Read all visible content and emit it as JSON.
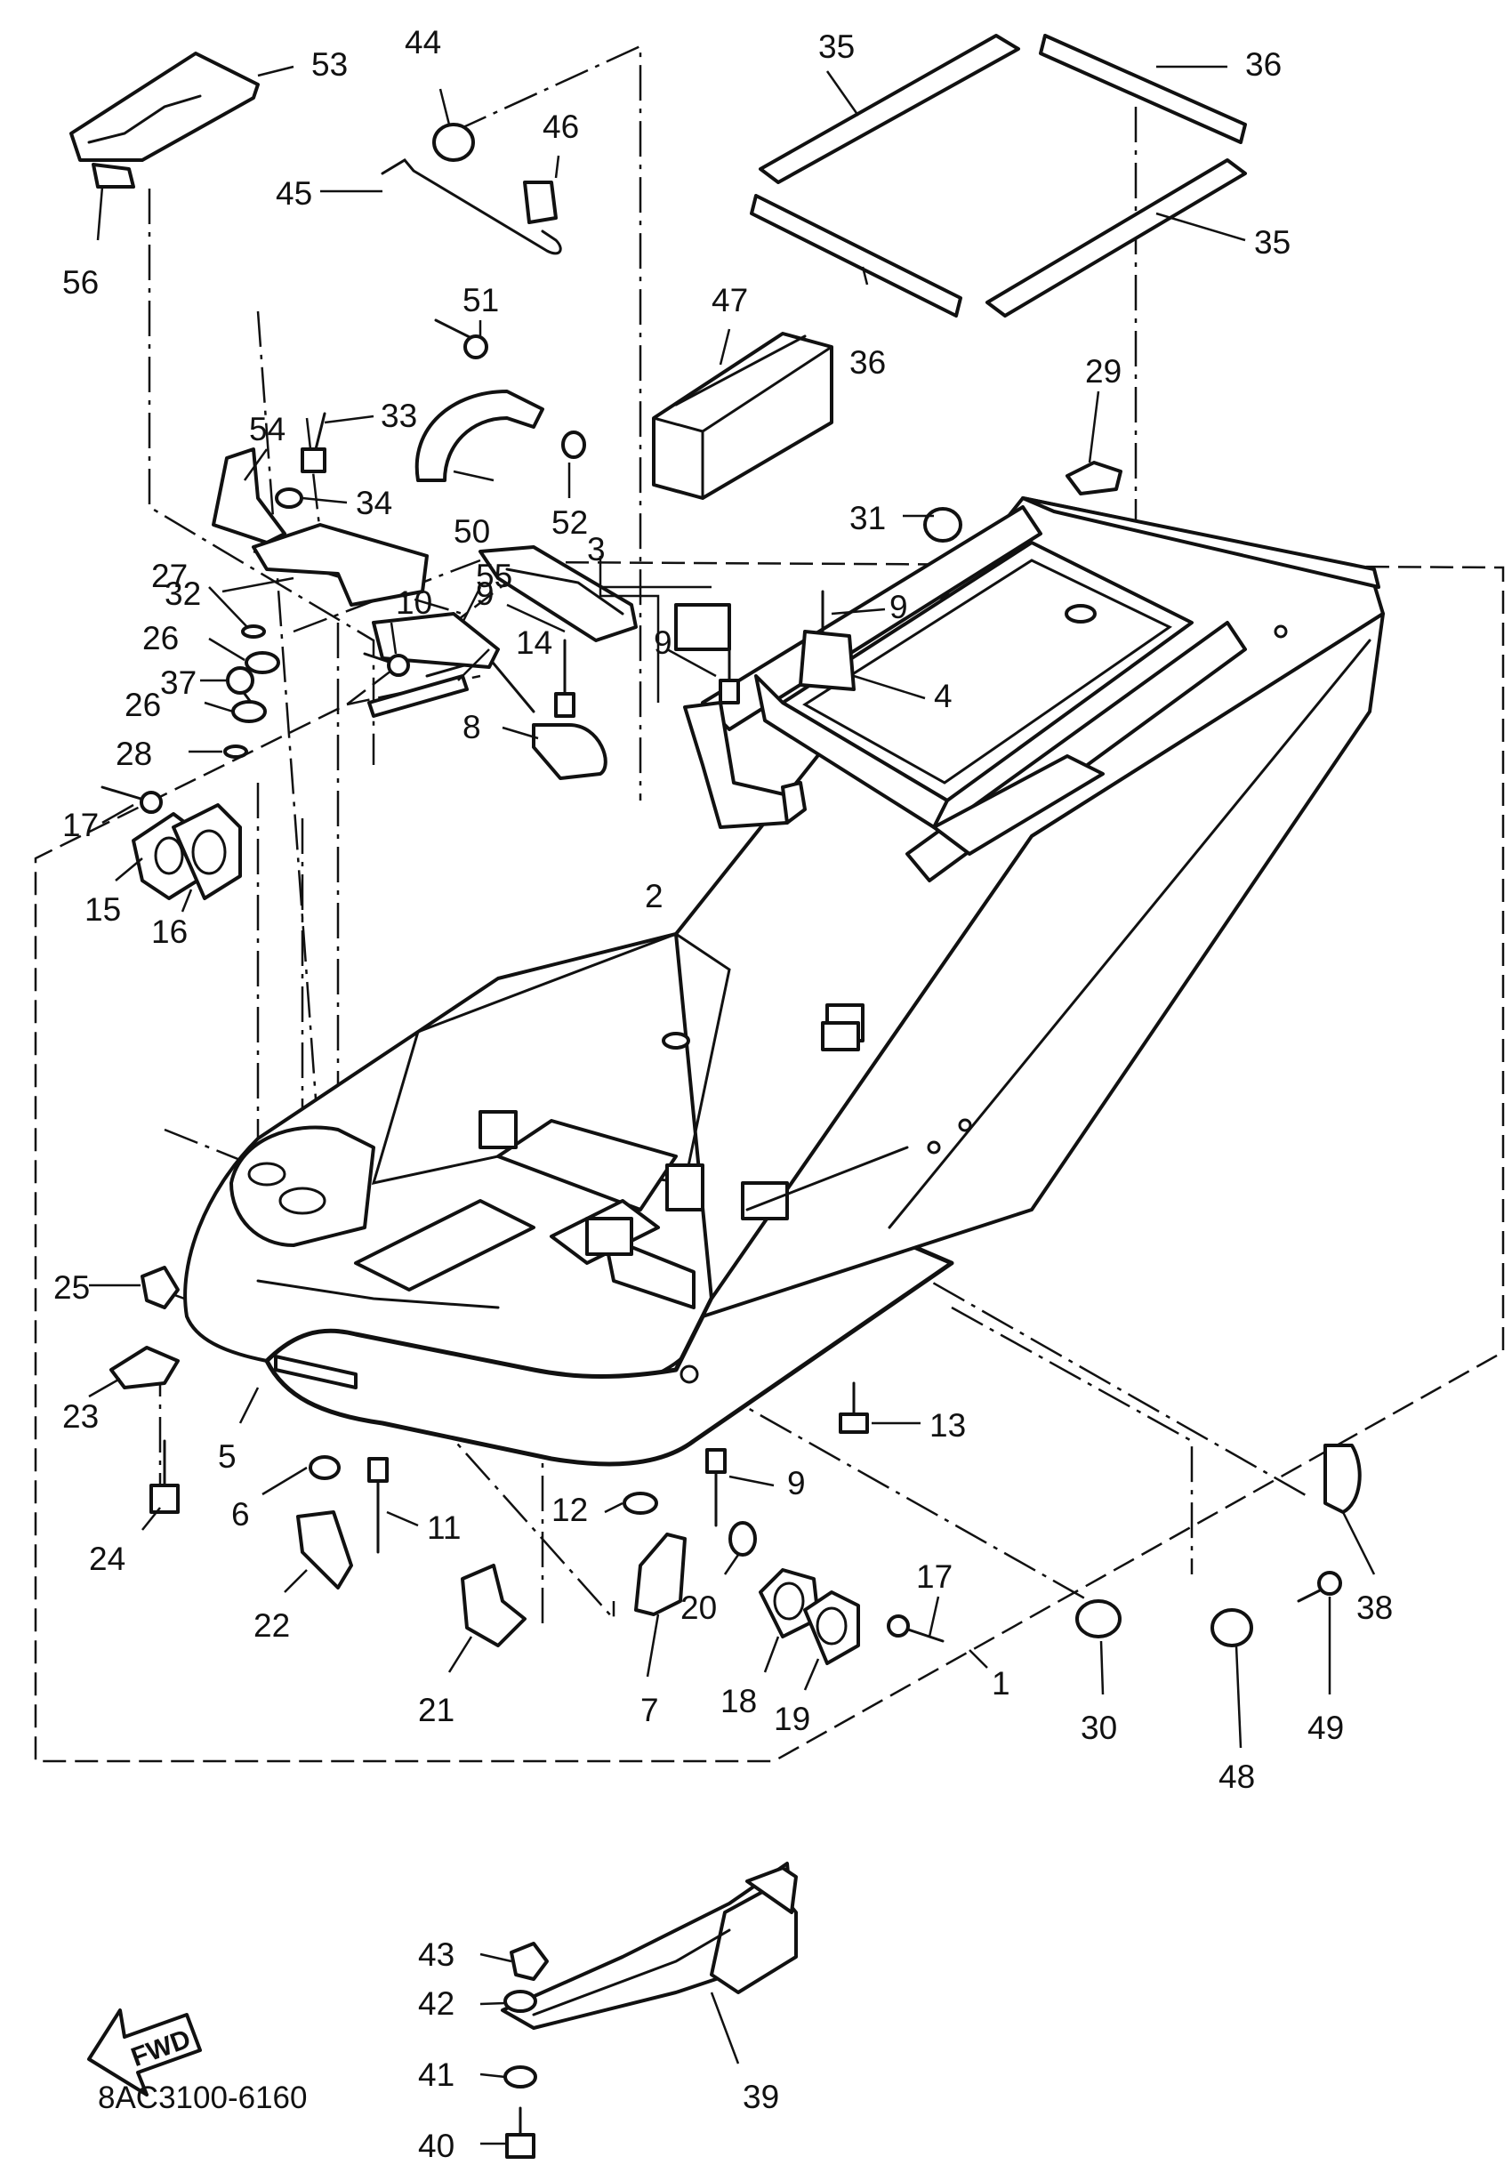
{
  "diagram": {
    "code": "8AC3100-6160",
    "fwd_label": "FWD",
    "callouts": [
      {
        "id": "c1",
        "text": "1"
      },
      {
        "id": "c2",
        "text": "2"
      },
      {
        "id": "c3",
        "text": "3"
      },
      {
        "id": "c4",
        "text": "4"
      },
      {
        "id": "c5",
        "text": "5"
      },
      {
        "id": "c6",
        "text": "6"
      },
      {
        "id": "c7",
        "text": "7"
      },
      {
        "id": "c8",
        "text": "8"
      },
      {
        "id": "c9a",
        "text": "9"
      },
      {
        "id": "c9b",
        "text": "9"
      },
      {
        "id": "c9c",
        "text": "9"
      },
      {
        "id": "c9d",
        "text": "9"
      },
      {
        "id": "c10",
        "text": "10"
      },
      {
        "id": "c11",
        "text": "11"
      },
      {
        "id": "c12",
        "text": "12"
      },
      {
        "id": "c13",
        "text": "13"
      },
      {
        "id": "c14",
        "text": "14"
      },
      {
        "id": "c15",
        "text": "15"
      },
      {
        "id": "c16",
        "text": "16"
      },
      {
        "id": "c17a",
        "text": "17"
      },
      {
        "id": "c17b",
        "text": "17"
      },
      {
        "id": "c18",
        "text": "18"
      },
      {
        "id": "c19",
        "text": "19"
      },
      {
        "id": "c20",
        "text": "20"
      },
      {
        "id": "c21",
        "text": "21"
      },
      {
        "id": "c22",
        "text": "22"
      },
      {
        "id": "c23",
        "text": "23"
      },
      {
        "id": "c24",
        "text": "24"
      },
      {
        "id": "c25",
        "text": "25"
      },
      {
        "id": "c26a",
        "text": "26"
      },
      {
        "id": "c26b",
        "text": "26"
      },
      {
        "id": "c27",
        "text": "27"
      },
      {
        "id": "c28",
        "text": "28"
      },
      {
        "id": "c29",
        "text": "29"
      },
      {
        "id": "c30",
        "text": "30"
      },
      {
        "id": "c31",
        "text": "31"
      },
      {
        "id": "c32",
        "text": "32"
      },
      {
        "id": "c33",
        "text": "33"
      },
      {
        "id": "c34",
        "text": "34"
      },
      {
        "id": "c35a",
        "text": "35"
      },
      {
        "id": "c35b",
        "text": "35"
      },
      {
        "id": "c36a",
        "text": "36"
      },
      {
        "id": "c36b",
        "text": "36"
      },
      {
        "id": "c37",
        "text": "37"
      },
      {
        "id": "c38",
        "text": "38"
      },
      {
        "id": "c39",
        "text": "39"
      },
      {
        "id": "c40",
        "text": "40"
      },
      {
        "id": "c41",
        "text": "41"
      },
      {
        "id": "c42",
        "text": "42"
      },
      {
        "id": "c43",
        "text": "43"
      },
      {
        "id": "c44",
        "text": "44"
      },
      {
        "id": "c45",
        "text": "45"
      },
      {
        "id": "c46",
        "text": "46"
      },
      {
        "id": "c47",
        "text": "47"
      },
      {
        "id": "c48",
        "text": "48"
      },
      {
        "id": "c49",
        "text": "49"
      },
      {
        "id": "c50",
        "text": "50"
      },
      {
        "id": "c51",
        "text": "51"
      },
      {
        "id": "c52",
        "text": "52"
      },
      {
        "id": "c53",
        "text": "53"
      },
      {
        "id": "c54",
        "text": "54"
      },
      {
        "id": "c55",
        "text": "55"
      },
      {
        "id": "c56",
        "text": "56"
      }
    ]
  }
}
